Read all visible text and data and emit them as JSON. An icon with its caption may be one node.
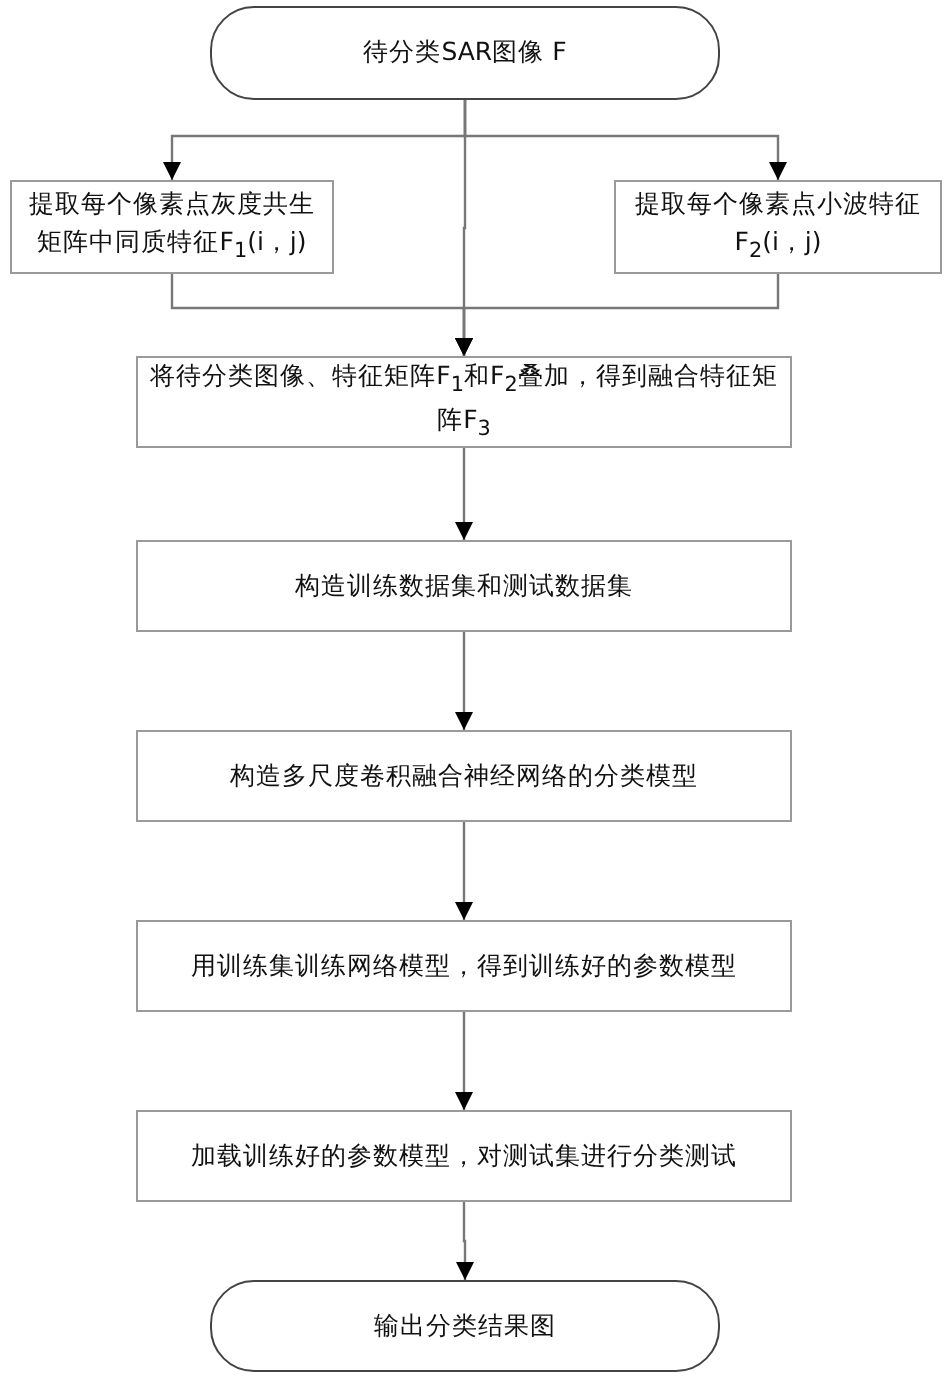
{
  "diagram": {
    "nodes": [
      {
        "text": [
          "待分类SAR图像 F"
        ]
      },
      {
        "text": [
          "提取每个像素点灰度共生矩阵中同质特征F$_{1}$(i，j)"
        ]
      },
      {
        "text": [
          "提取每个像素点小波特征F$_{2}$(i，j)"
        ]
      },
      {
        "text": [
          "将待分类图像、特征矩阵F$_{1}$和F$_{2}$叠加，得到融合特征矩阵F$_{3}$"
        ]
      },
      {
        "text": [
          "构造训练数据集和测试数据集"
        ]
      },
      {
        "text": [
          "构造多尺度卷积融合神经网络的分类模型"
        ]
      },
      {
        "text": [
          "用训练集训练网络模型，得到训练好的参数模型"
        ]
      },
      {
        "text": [
          "加载训练好的参数模型，对测试集进行分类测试"
        ]
      },
      {
        "text": [
          "输出分类结果图"
        ]
      }
    ],
    "edges": [
      {
        "from": 0,
        "to": 1,
        "arrow": "to"
      },
      {
        "from": 0,
        "to": 2,
        "arrow": "to"
      },
      {
        "from": 0,
        "to": 3,
        "arrow": "to"
      },
      {
        "from": 1,
        "to": 3,
        "arrow": "to"
      },
      {
        "from": 2,
        "to": 3,
        "arrow": "to"
      },
      {
        "from": 3,
        "to": 4,
        "arrow": "to"
      },
      {
        "from": 4,
        "to": 5,
        "arrow": "to"
      },
      {
        "from": 5,
        "to": 6,
        "arrow": "to"
      },
      {
        "from": 6,
        "to": 7,
        "arrow": "to"
      },
      {
        "from": 7,
        "to": 8,
        "arrow": "to"
      }
    ]
  }
}
